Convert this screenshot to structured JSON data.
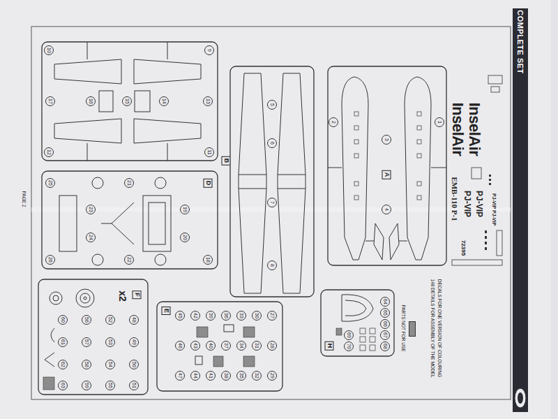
{
  "diagram": {
    "labels": [
      "COMPLETE SET",
      "PJ-VIP PJ-VIP",
      "PJ-VIP",
      "PJ-VIP",
      "InselAir",
      "InselAir",
      "EMB-110 P-1",
      "72395",
      "DECALS FOR ONE VERSION OF COLOURING",
      "148 DETAILS FOR ASSEMBLY OF THE MODEL",
      "PAGE 2",
      "A",
      "B",
      "D",
      "E",
      "F",
      "x2",
      "H",
      "1",
      "2",
      "3",
      "4",
      "5",
      "6",
      "7",
      "8",
      "9",
      "10",
      "11",
      "12",
      "13",
      "14",
      "15",
      "16",
      "17",
      "18",
      "19",
      "20",
      "21",
      "22",
      "23",
      "24",
      "25",
      "26",
      "27",
      "28",
      "29",
      "30",
      "31",
      "32",
      "33",
      "34",
      "35",
      "36",
      "37",
      "38",
      "39",
      "40",
      "41",
      "42",
      "43",
      "44",
      "45",
      "46",
      "47",
      "48",
      "49",
      "50",
      "51",
      "52",
      "53",
      "54",
      "55",
      "56",
      "57",
      "58",
      "59",
      "60",
      "61",
      "62",
      "63",
      "64",
      "65",
      "66",
      "67",
      "68",
      "69",
      "70"
    ],
    "legend": [
      {
        "text": "PARTS NOT FOR USE",
        "color": "#8c8c8c"
      }
    ]
  }
}
